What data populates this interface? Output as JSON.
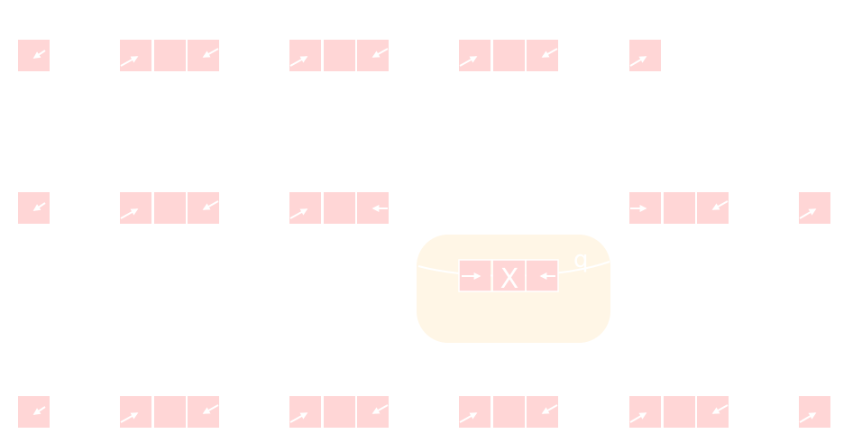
{
  "colors": {
    "background": "#ffffff",
    "node_fill": "#ffd6d6",
    "pointer_stroke": "#ffffff",
    "highlight_fill": "#fff6e6",
    "highlight_stroke": "#ffffff"
  },
  "highlight": {
    "node_label": "X",
    "pointer_label": "q"
  },
  "rows": [
    {
      "id": "row-1",
      "items": [
        "head",
        "node",
        "node",
        "node",
        "tail"
      ]
    },
    {
      "id": "row-2",
      "items": [
        "head",
        "node",
        "node-broken-next",
        "gap",
        "node-broken-prev",
        "tail"
      ]
    },
    {
      "id": "row-3",
      "items": [
        "head",
        "node",
        "node",
        "node",
        "node",
        "tail"
      ]
    }
  ]
}
